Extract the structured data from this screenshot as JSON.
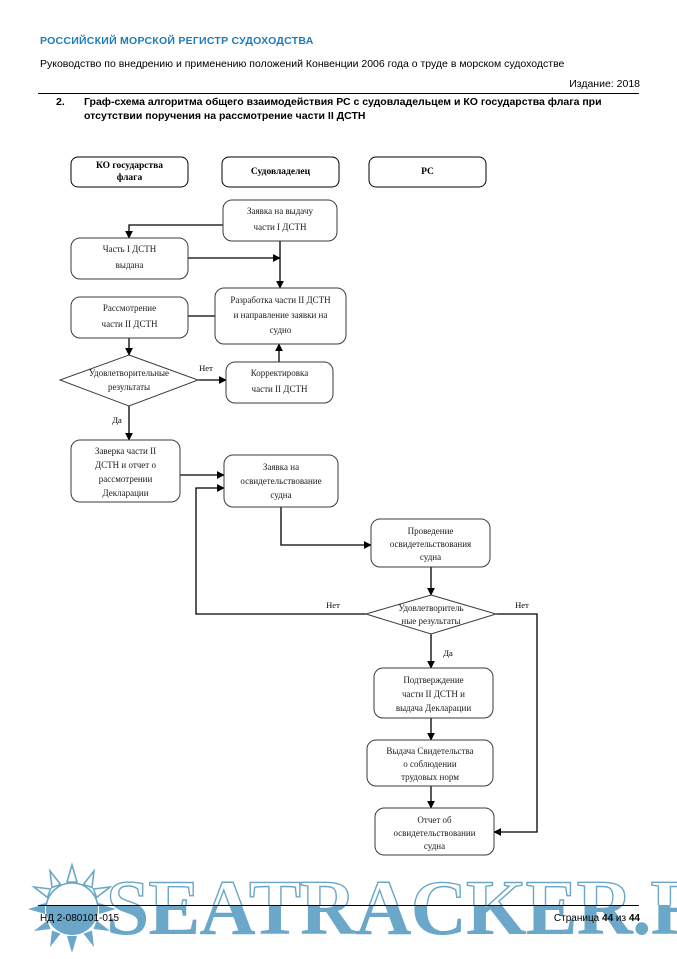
{
  "header": {
    "organization": "РОССИЙСКИЙ МОРСКОЙ РЕГИСТР СУДОХОДСТВА",
    "subtitle": "Руководство по внедрению и применению положений Конвенции 2006 года о труде в морском судоходстве",
    "edition": "Издание: 2018",
    "brand_color": "#1d7cb8"
  },
  "section": {
    "number": "2.",
    "title": "Граф-схема алгоритма общего взаимодействия РС с судовладельцем и КО государства флага при отсутствии поручения на рассмотрение части II ДСТН"
  },
  "chart_data": {
    "type": "diagram",
    "title": "Граф-схема алгоритма общего взаимодействия РС с судовладельцем и КО государства флага",
    "lanes": [
      {
        "id": "lane-ko",
        "label_lines": [
          "КО государства",
          "флага"
        ]
      },
      {
        "id": "lane-owner",
        "label_lines": [
          "Судовладелец"
        ]
      },
      {
        "id": "lane-rs",
        "label_lines": [
          "РС"
        ]
      }
    ],
    "nodes": [
      {
        "id": "n1",
        "shape": "box",
        "lines": [
          "Заявка на выдачу",
          "части I ДСТН"
        ]
      },
      {
        "id": "n2",
        "shape": "box",
        "lines": [
          "Часть I ДСТН",
          "выдана"
        ]
      },
      {
        "id": "n3",
        "shape": "box",
        "lines": [
          "Разработка части II ДСТН",
          "и направление заявки на",
          "судно"
        ]
      },
      {
        "id": "n4",
        "shape": "box",
        "lines": [
          "Рассмотрение",
          "части II ДСТН"
        ]
      },
      {
        "id": "n5",
        "shape": "diamond",
        "lines": [
          "Удовлетворительные",
          "результаты"
        ]
      },
      {
        "id": "n6",
        "shape": "box",
        "lines": [
          "Корректировка",
          "части II ДСТН"
        ]
      },
      {
        "id": "n7",
        "shape": "box",
        "lines": [
          "Заверка части II",
          "ДСТН и отчет о",
          "рассмотрении",
          "Декларации"
        ]
      },
      {
        "id": "n8",
        "shape": "box",
        "lines": [
          "Заявка на",
          "освидетельствование",
          "судна"
        ]
      },
      {
        "id": "n9",
        "shape": "box",
        "lines": [
          "Проведение",
          "освидетельствования",
          "судна"
        ]
      },
      {
        "id": "n10",
        "shape": "diamond",
        "lines": [
          "Удовлетворитель",
          "ные результаты"
        ]
      },
      {
        "id": "n11",
        "shape": "box",
        "lines": [
          "Подтверждение",
          "части II ДСТН и",
          "выдача Декларации"
        ]
      },
      {
        "id": "n12",
        "shape": "box",
        "lines": [
          "Выдача Свидетельства",
          "о соблюдении",
          "трудовых норм"
        ]
      },
      {
        "id": "n13",
        "shape": "box",
        "lines": [
          "Отчет об",
          "освидетельствовании",
          "судна"
        ]
      }
    ],
    "edge_labels": [
      {
        "id": "e-net-1",
        "text": "Нет"
      },
      {
        "id": "e-da-1",
        "text": "Да"
      },
      {
        "id": "e-net-2",
        "text": "Нет"
      },
      {
        "id": "e-net-3",
        "text": "Нет"
      },
      {
        "id": "e-da-2",
        "text": "Да"
      }
    ],
    "edges": [
      {
        "from": "n1",
        "to": "n2"
      },
      {
        "from": "n2",
        "to": "n3"
      },
      {
        "from": "n1",
        "to": "n3"
      },
      {
        "from": "n3",
        "to": "n4"
      },
      {
        "from": "n4",
        "to": "n5"
      },
      {
        "from": "n5",
        "to": "n6",
        "label": "Нет"
      },
      {
        "from": "n6",
        "to": "n3"
      },
      {
        "from": "n5",
        "to": "n7",
        "label": "Да"
      },
      {
        "from": "n7",
        "to": "n8"
      },
      {
        "from": "n8",
        "to": "n9"
      },
      {
        "from": "n9",
        "to": "n10"
      },
      {
        "from": "n10",
        "to": "n8",
        "label": "Нет"
      },
      {
        "from": "n10",
        "to": "n13",
        "label": "Нет"
      },
      {
        "from": "n10",
        "to": "n11",
        "label": "Да"
      },
      {
        "from": "n11",
        "to": "n12"
      },
      {
        "from": "n12",
        "to": "n13"
      }
    ]
  },
  "watermark": {
    "text": "SEATRACKER.RU",
    "color": "#6ba7c9",
    "logo": "sun-icon"
  },
  "footer": {
    "document_code": "НД 2-080101-015",
    "page_prefix": "Страница",
    "page_current": "44",
    "page_middle": "из",
    "page_total": "44"
  }
}
